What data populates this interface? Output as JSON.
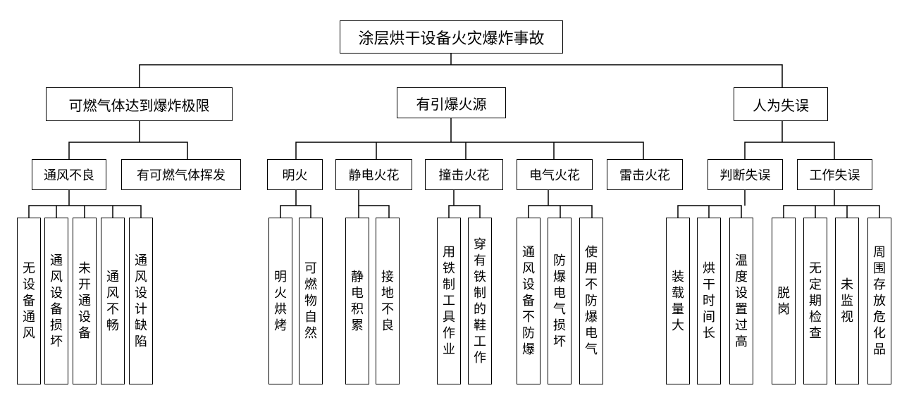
{
  "root": "涂层烘干设备火灾爆炸事故",
  "branches": {
    "gas": "可燃气体达到爆炸极限",
    "ignition": "有引爆火源",
    "human": "人为失误"
  },
  "gas": {
    "ventilation": "通风不良",
    "volatile": "有可燃气体挥发",
    "leaves": [
      "无设备通风",
      "通风设备损坏",
      "未开通设备",
      "通风不畅",
      "通风设计缺陷"
    ]
  },
  "ignition": {
    "open_fire": "明火",
    "static": "静电火花",
    "impact": "撞击火花",
    "electric": "电气火花",
    "lightning": "雷击火花",
    "open_fire_leaves": [
      "明火烘烤",
      "可燃物自然"
    ],
    "static_leaves": [
      "静电积累",
      "接地不良"
    ],
    "impact_leaves": [
      "用铁制工具作业",
      "穿有铁制的鞋工作"
    ],
    "electric_leaves": [
      "通风设备不防爆",
      "防爆电气损坏",
      "使用不防爆电气"
    ]
  },
  "human": {
    "judgment": "判断失误",
    "work": "工作失误",
    "judgment_leaves": [
      "装载量大",
      "烘干时间长",
      "温度设置过高"
    ],
    "work_leaves": [
      "脱岗",
      "无定期检查",
      "未监视",
      "周围存放危化品"
    ]
  }
}
